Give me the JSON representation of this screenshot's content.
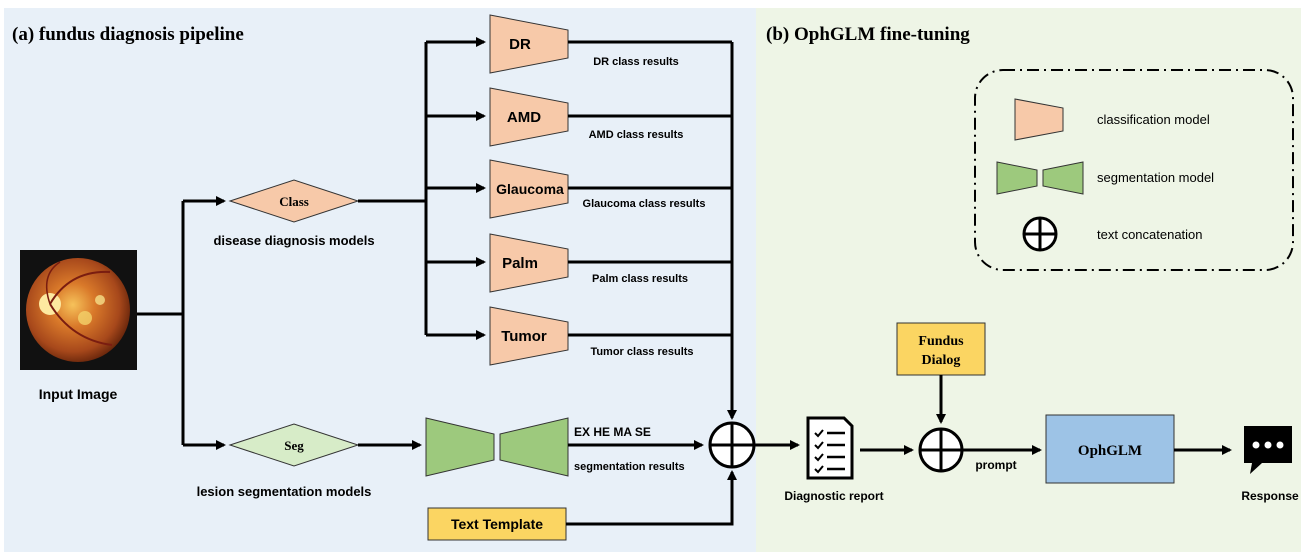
{
  "panels": {
    "left_title": "(a) fundus diagnosis pipeline",
    "right_title": "(b) OphGLM fine-tuning"
  },
  "input": {
    "label": "Input Image"
  },
  "class_node": {
    "label": "Class",
    "caption": "disease diagnosis models"
  },
  "seg_node": {
    "label": "Seg",
    "caption": "lesion segmentation models"
  },
  "classifiers": [
    {
      "name": "DR",
      "result": "DR class results"
    },
    {
      "name": "AMD",
      "result": "AMD class results"
    },
    {
      "name": "Glaucoma",
      "result": "Glaucoma class results"
    },
    {
      "name": "Palm",
      "result": "Palm class results"
    },
    {
      "name": "Tumor",
      "result": "Tumor class results"
    }
  ],
  "segmentation": {
    "lesions": "EX HE MA SE",
    "result": "segmentation results"
  },
  "text_template": "Text Template",
  "report": "Diagnostic report",
  "fundus_dialog": {
    "line1": "Fundus",
    "line2": "Dialog"
  },
  "prompt": "prompt",
  "model": "OphGLM",
  "response": "Response",
  "legend": {
    "classification": "classification model",
    "segmentation": "segmentation model",
    "concat": "text concatenation"
  },
  "colors": {
    "left_bg": "#e8f0f8",
    "right_bg": "#eef5e6",
    "classifier_fill": "#f7c9a9",
    "segmentation_fill": "#9dc97d",
    "seg_node_fill": "#d7ecc8",
    "template_fill": "#fbd562",
    "model_fill": "#9dc3e6"
  }
}
